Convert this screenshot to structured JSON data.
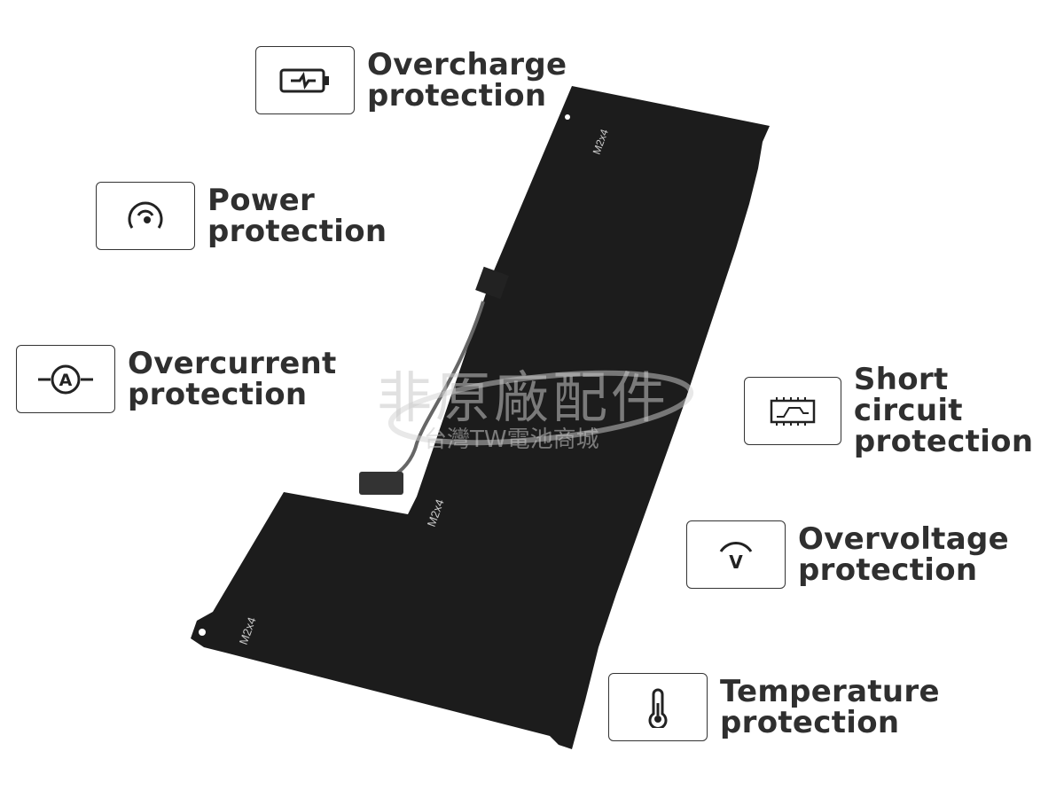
{
  "features": [
    {
      "icon": "battery-charge-icon",
      "line1": "Overcharge",
      "line2": "protection"
    },
    {
      "icon": "gauge-icon",
      "line1": "Power",
      "line2": "protection"
    },
    {
      "icon": "ammeter-icon",
      "line1": "Overcurrent",
      "line2": "protection"
    },
    {
      "icon": "circuit-board-icon",
      "line1": "Short circuit",
      "line2": "protection"
    },
    {
      "icon": "voltage-icon",
      "line1": "Overvoltage",
      "line2": "protection"
    },
    {
      "icon": "thermometer-icon",
      "line1": "Temperature",
      "line2": "protection"
    }
  ],
  "battery": {
    "screw_label": "M2x4"
  },
  "watermark": {
    "line1": "非原廠配件",
    "line2": "台灣TW電池商城"
  },
  "colors": {
    "text": "#2f2f2f",
    "battery": "#1c1c1c"
  }
}
